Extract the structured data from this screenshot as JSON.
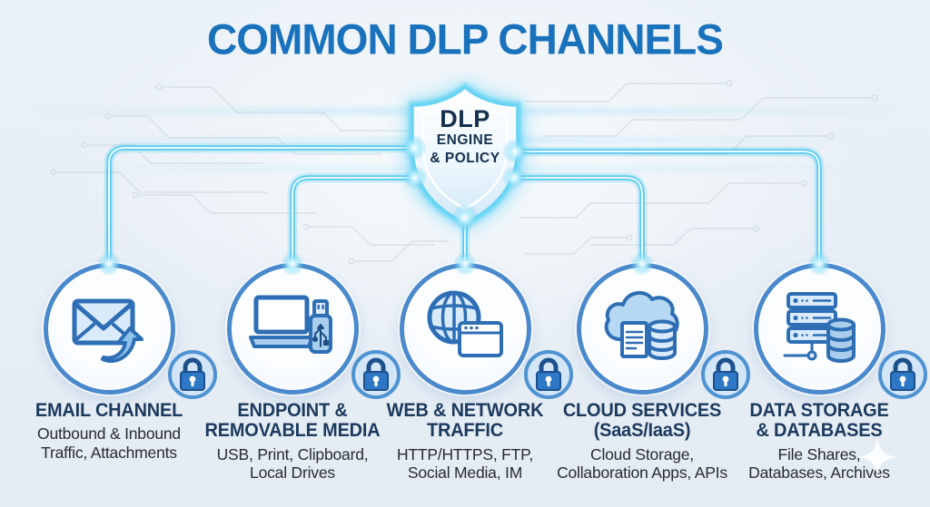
{
  "title": "COMMON DLP CHANNELS",
  "shield": {
    "line1": "DLP",
    "line2": "ENGINE",
    "line3": "& POLICY",
    "icon": "shield-icon"
  },
  "channels": [
    {
      "id": "email",
      "icon": "envelope-forward-icon",
      "lock": "lock-icon",
      "title_lines": [
        "EMAIL CHANNEL"
      ],
      "sub_lines": [
        "Outbound & Inbound",
        "Traffic, Attachments"
      ]
    },
    {
      "id": "endpoint",
      "icon": "laptop-usb-icon",
      "lock": "lock-icon",
      "title_lines": [
        "ENDPOINT &",
        "REMOVABLE MEDIA"
      ],
      "sub_lines": [
        "USB, Print, Clipboard,",
        "Local Drives"
      ]
    },
    {
      "id": "web",
      "icon": "globe-browser-icon",
      "lock": "lock-icon",
      "title_lines": [
        "WEB & NETWORK",
        "TRAFFIC"
      ],
      "sub_lines": [
        "HTTP/HTTPS, FTP,",
        "Social Media, IM"
      ]
    },
    {
      "id": "cloud",
      "icon": "cloud-document-database-icon",
      "lock": "lock-icon",
      "title_lines": [
        "CLOUD SERVICES",
        "(SaaS/IaaS)"
      ],
      "sub_lines": [
        "Cloud Storage,",
        "Collaboration Apps, APIs"
      ]
    },
    {
      "id": "storage",
      "icon": "server-database-icon",
      "lock": "lock-icon",
      "title_lines": [
        "DATA STORAGE",
        "& DATABASES"
      ],
      "sub_lines": [
        "File Shares,",
        "Databases, Archives"
      ]
    }
  ],
  "colors": {
    "background": "#e9eff6",
    "accent_glow": "#54c8ee",
    "title_blue": "#1a72bd",
    "heading_navy": "#1c3a5e",
    "body_text": "#2b2b30",
    "circle_border": "#4a89cc",
    "icon_stroke": "#2e6eb4",
    "icon_fill": "#d9ebfa",
    "lock_fill": "#2d77c5"
  }
}
